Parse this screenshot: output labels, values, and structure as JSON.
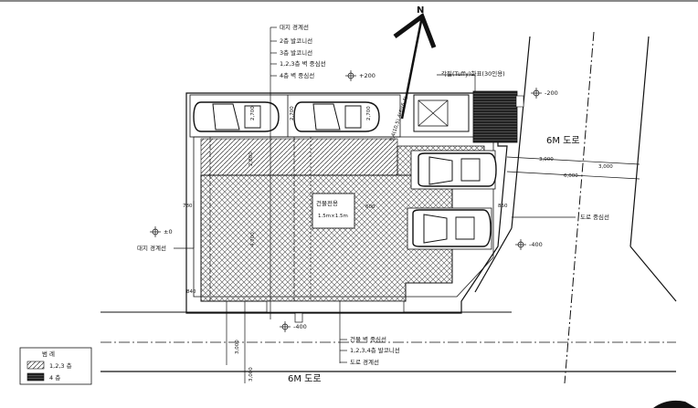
{
  "north": "N",
  "callouts_top": [
    "대지 경계선",
    "2층 발코니선",
    "3층 발코니선",
    "1,2,3층 벽 중심선",
    "4층 벽 중심선"
  ],
  "callouts_bottom": [
    "건물 벽 중심선",
    "1,2,3,4층 발코니선",
    "도로 경계선"
  ],
  "callout_left": "대지 경계선",
  "callout_right_top": "각필(Tuffy)화표(30인용)",
  "callout_road_center": "도로 중심선",
  "road_labels": {
    "right": "6M 도로",
    "bottom": "6M 도로"
  },
  "levels": {
    "top_center": "+200",
    "right": "-200",
    "left": "±0",
    "bottom": "-400",
    "right_mid": "-400"
  },
  "dims": {
    "d_3000a": "3,000",
    "d_3000b": "3,000",
    "d_6000": "6,000",
    "d_2700a": "2,700",
    "d_2700b": "2,700",
    "d_2700c": "2,700",
    "d_780": "780",
    "d_850": "850",
    "d_840": "840",
    "d_600": "600",
    "d_3000v": "3,000",
    "d_3000v2": "3,000",
    "d_4700": "4,700",
    "d_2800": "2,800",
    "d_diag": "9,4(10,5),4(6)(6,4)"
  },
  "center_box": {
    "line1": "건물전용",
    "line2": "1.5m×1.5m"
  },
  "legend": {
    "title": "범 례",
    "items": [
      {
        "label": "1,2,3 층"
      },
      {
        "label": "4 층"
      }
    ]
  }
}
